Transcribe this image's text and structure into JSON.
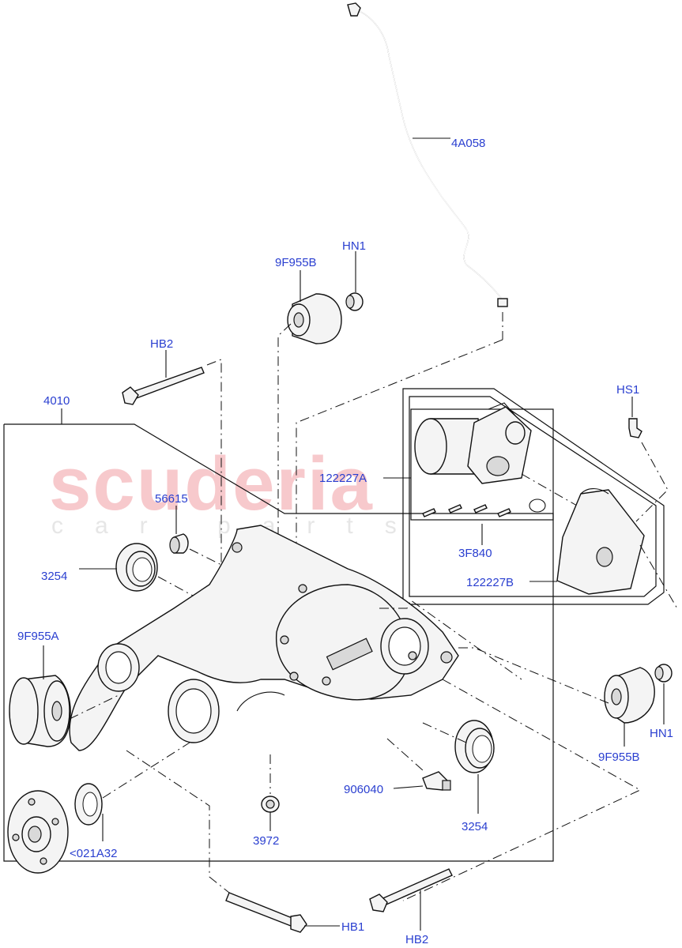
{
  "watermark": {
    "brand": "scuderia",
    "sub": "car parts"
  },
  "callouts": {
    "hn1_top": "HN1",
    "9f955b_top": "9F955B",
    "4a058": "4A058",
    "hb2_top": "HB2",
    "hs1": "HS1",
    "4010": "4010",
    "122227a": "122227A",
    "56615": "56615",
    "3f840": "3F840",
    "3254_left": "3254",
    "122227b": "122227B",
    "9f955a": "9F955A",
    "hn1_right": "HN1",
    "9f955b_right": "9F955B",
    "906040": "906040",
    "3254_right": "3254",
    "3972": "3972",
    "021a32": "<021A32",
    "hb1": "HB1",
    "hb2_bottom": "HB2"
  }
}
